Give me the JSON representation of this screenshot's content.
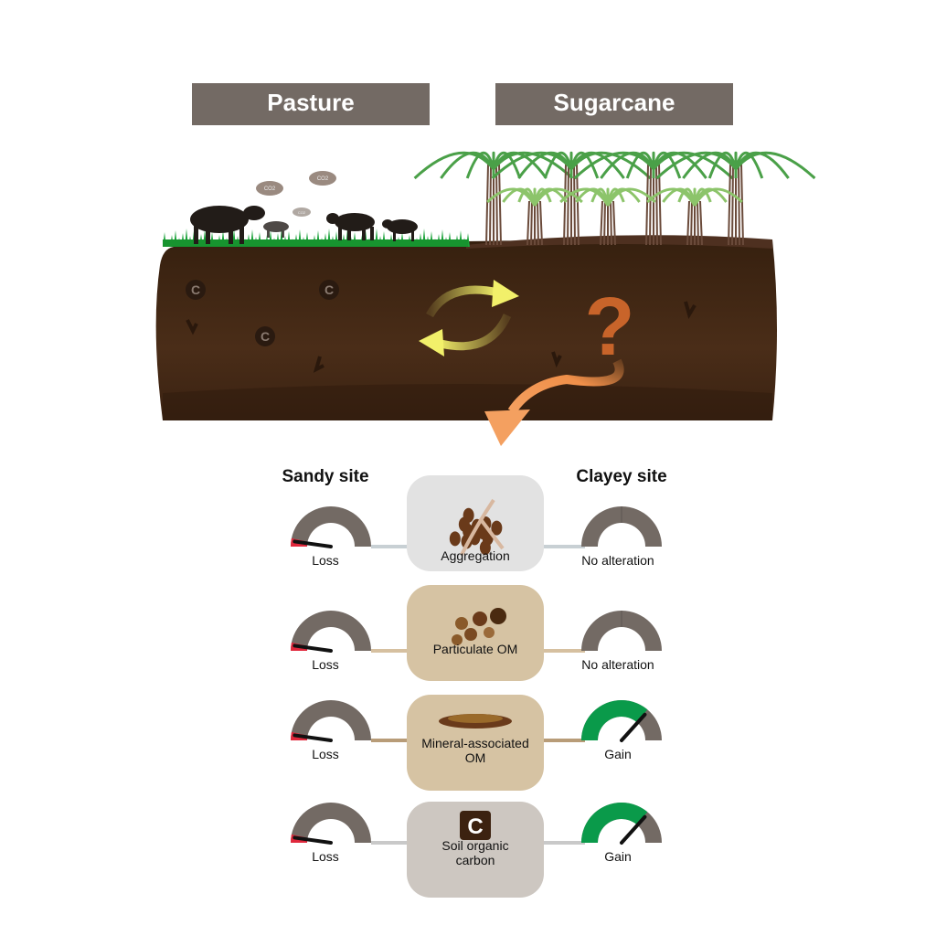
{
  "headers": {
    "pasture": "Pasture",
    "sugarcane": "Sugarcane"
  },
  "co2_labels": [
    "CO2",
    "CO2",
    "CO2"
  ],
  "carbon_symbol": "C",
  "question_mark": "?",
  "sites": {
    "sandy": "Sandy site",
    "clayey": "Clayey site"
  },
  "colors": {
    "header_bg": "#736a64",
    "soil": "#3e2212",
    "grass": "#1aa33a",
    "loss": "#e0283c",
    "gain": "#0a9a4a",
    "gauge": "#736a64",
    "arrow": "#f0904a",
    "cycle": "#f2f06a"
  },
  "rows": [
    {
      "name": "aggregation",
      "lines": [
        "Aggregation"
      ],
      "sandy": {
        "state": "loss",
        "label": "Loss"
      },
      "clayey": {
        "state": "none",
        "label": "No alteration"
      }
    },
    {
      "name": "particulate-om",
      "lines": [
        "Particulate OM"
      ],
      "sandy": {
        "state": "loss",
        "label": "Loss"
      },
      "clayey": {
        "state": "none",
        "label": "No alteration"
      }
    },
    {
      "name": "mineral-associated-om",
      "lines": [
        "Mineral-associated",
        "OM"
      ],
      "sandy": {
        "state": "loss",
        "label": "Loss"
      },
      "clayey": {
        "state": "gain",
        "label": "Gain"
      }
    },
    {
      "name": "soil-organic-carbon",
      "lines": [
        "Soil organic",
        "carbon"
      ],
      "sandy": {
        "state": "loss",
        "label": "Loss"
      },
      "clayey": {
        "state": "gain",
        "label": "Gain"
      }
    }
  ]
}
